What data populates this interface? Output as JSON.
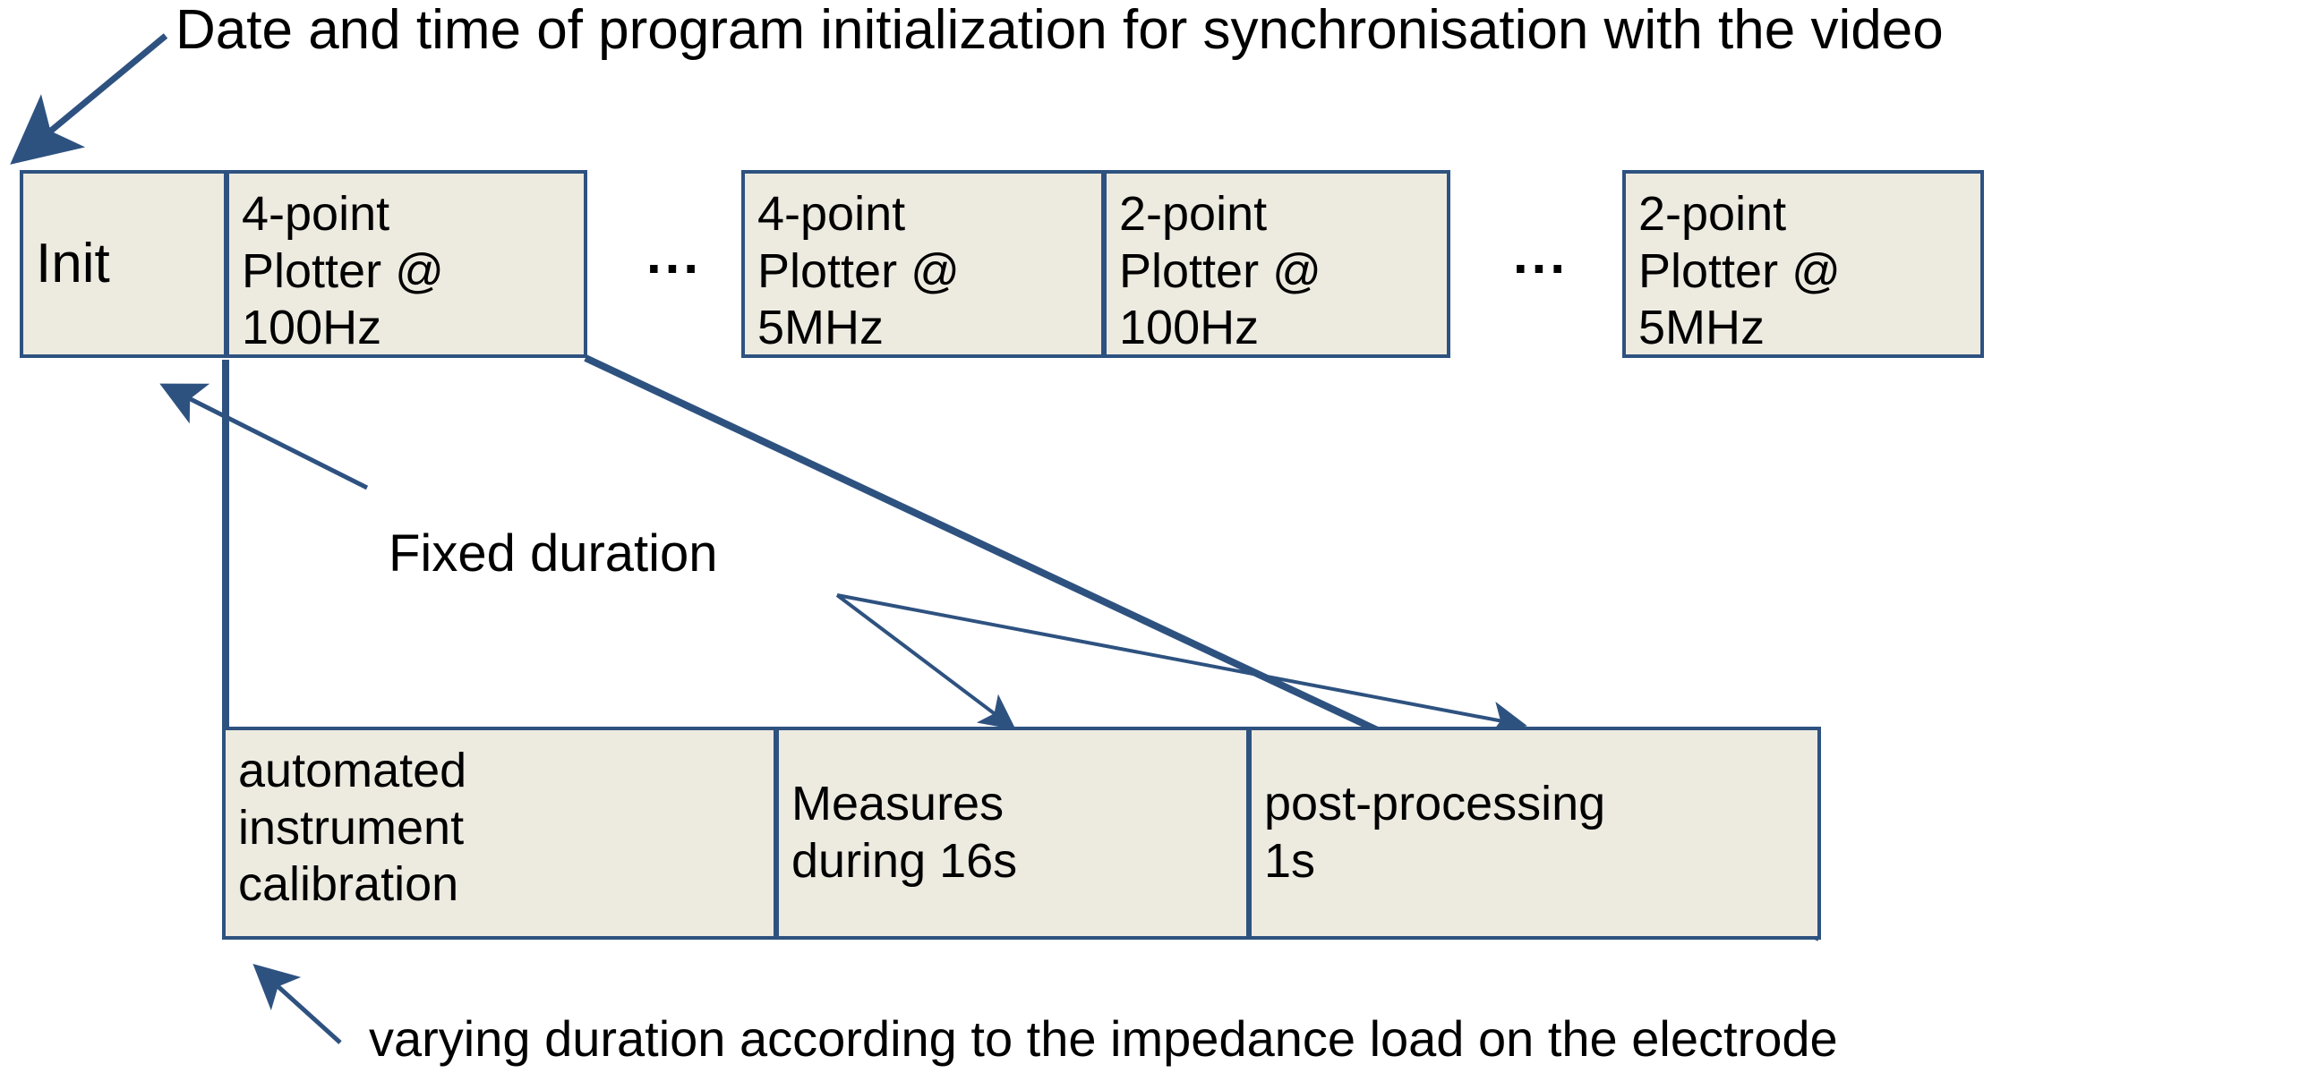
{
  "diagram": {
    "title_note": "Date and time of program initialization for synchronisation with the video",
    "fixed_duration_label": "Fixed duration",
    "bottom_note": "varying duration according to the impedance load on the electrode",
    "ellipsis": "...",
    "colors": {
      "box_border": "#2E5280",
      "box_fill": "#EDEAE0",
      "arrow": "#2E5280",
      "text": "#000000",
      "background": "#FFFFFF"
    },
    "timeline_row": {
      "groups": [
        {
          "cells": [
            {
              "label": "Init"
            },
            {
              "label": "4-point\nPlotter  @\n100Hz"
            }
          ]
        },
        {
          "cells": [
            {
              "label": "4-point\nPlotter  @\n5MHz"
            },
            {
              "label": "2-point\nPlotter  @\n100Hz"
            }
          ]
        },
        {
          "cells": [
            {
              "label": "2-point\nPlotter  @\n5MHz"
            }
          ]
        }
      ]
    },
    "detail_row": {
      "cells": [
        {
          "label": "automated\ninstrument\ncalibration"
        },
        {
          "label": "Measures\nduring 16s"
        },
        {
          "label": "post-processing\n1s"
        }
      ]
    }
  }
}
